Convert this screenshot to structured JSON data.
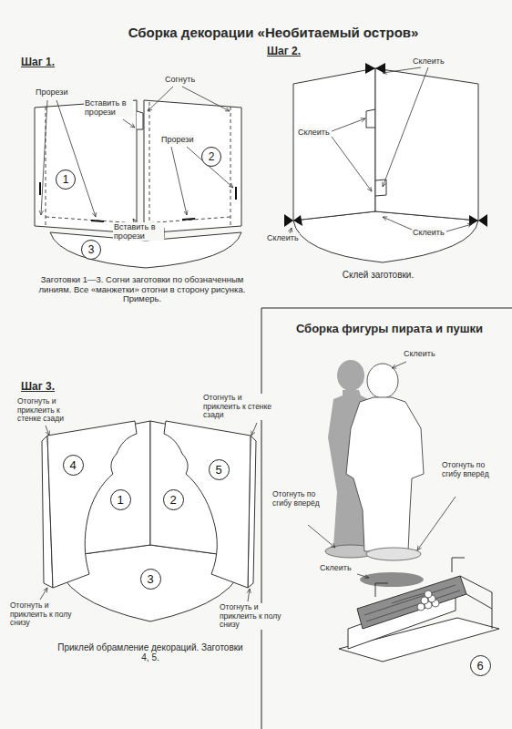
{
  "diagram": {
    "title": "Сборка декорации «Необитаемый остров»",
    "nodes": [
      {
        "text": [
          "1"
        ]
      },
      {
        "text": [
          "2"
        ]
      },
      {
        "text": [
          "3"
        ]
      },
      {
        "text": [
          "4"
        ]
      },
      {
        "text": [
          "5"
        ]
      },
      {
        "text": [
          "1"
        ]
      },
      {
        "text": [
          "2"
        ]
      },
      {
        "text": [
          "3"
        ]
      },
      {
        "text": [
          "6"
        ]
      }
    ],
    "labels": [
      "Шаг 1.",
      "Прорези",
      "Вставить в прорези",
      "Согнуть",
      "Прорези",
      "Вставить в прорези",
      "Заготовки 1—3. Согни заготовки по обозначенным линиям. Все «манжетки» отогни в сторону рисунка. Примерь.",
      "Шаг 2.",
      "Склеить",
      "Склеить",
      "Склеить",
      "Склеить",
      "Склей заготовки.",
      "Шаг 3.",
      "Отогнуть и приклеить к стенке сзади",
      "Отогнуть и приклеить к стенке сзади",
      "Отогнуть и приклеить к полу снизу",
      "Отогнуть и приклеить к полу снизу",
      "Приклей обрамление декораций. Заготовки 4, 5.",
      "Сборка фигуры пирата и пушки",
      "Склеить",
      "Отогнуть по сгибу вперёд",
      "Отогнуть по сгибу вперёд",
      "Склеить"
    ]
  }
}
